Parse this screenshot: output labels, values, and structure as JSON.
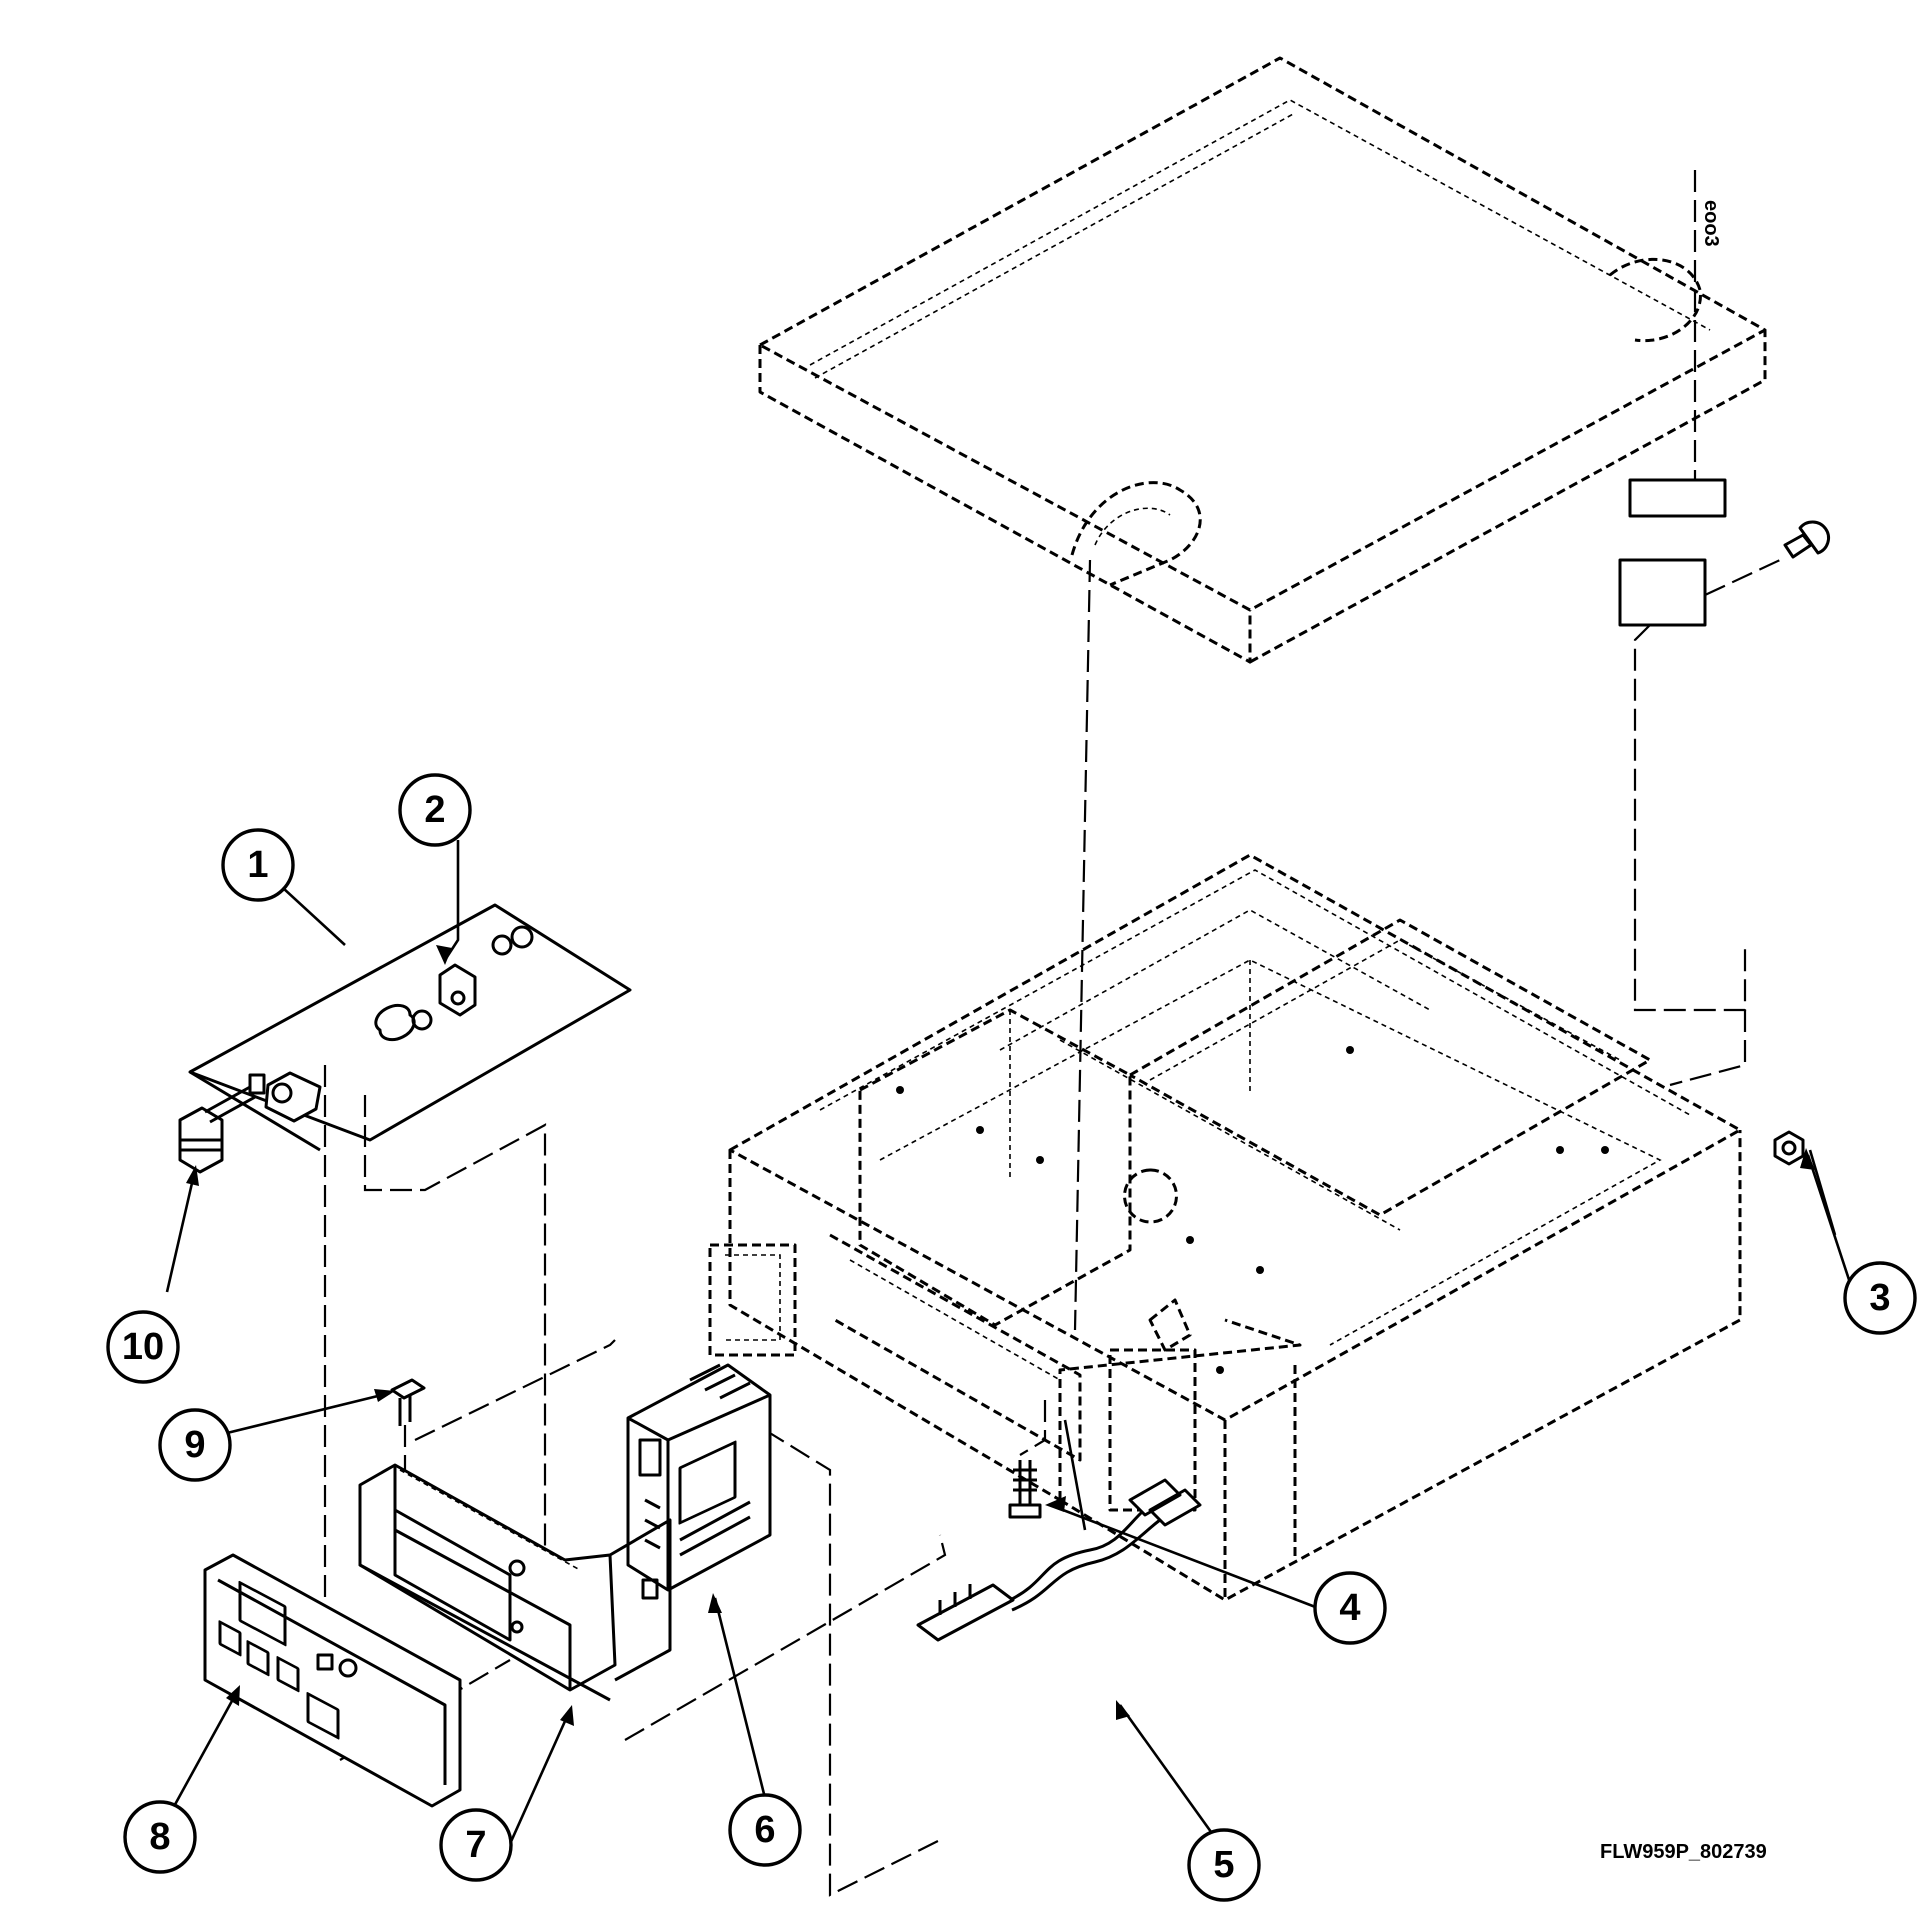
{
  "figure_reference": "FLW959P_802739",
  "callouts": [
    {
      "id": "1",
      "label": "1"
    },
    {
      "id": "2",
      "label": "2"
    },
    {
      "id": "3",
      "label": "3"
    },
    {
      "id": "4",
      "label": "4"
    },
    {
      "id": "5",
      "label": "5"
    },
    {
      "id": "6",
      "label": "6"
    },
    {
      "id": "7",
      "label": "7"
    },
    {
      "id": "8",
      "label": "8"
    },
    {
      "id": "9",
      "label": "9"
    },
    {
      "id": "10",
      "label": "10"
    }
  ]
}
